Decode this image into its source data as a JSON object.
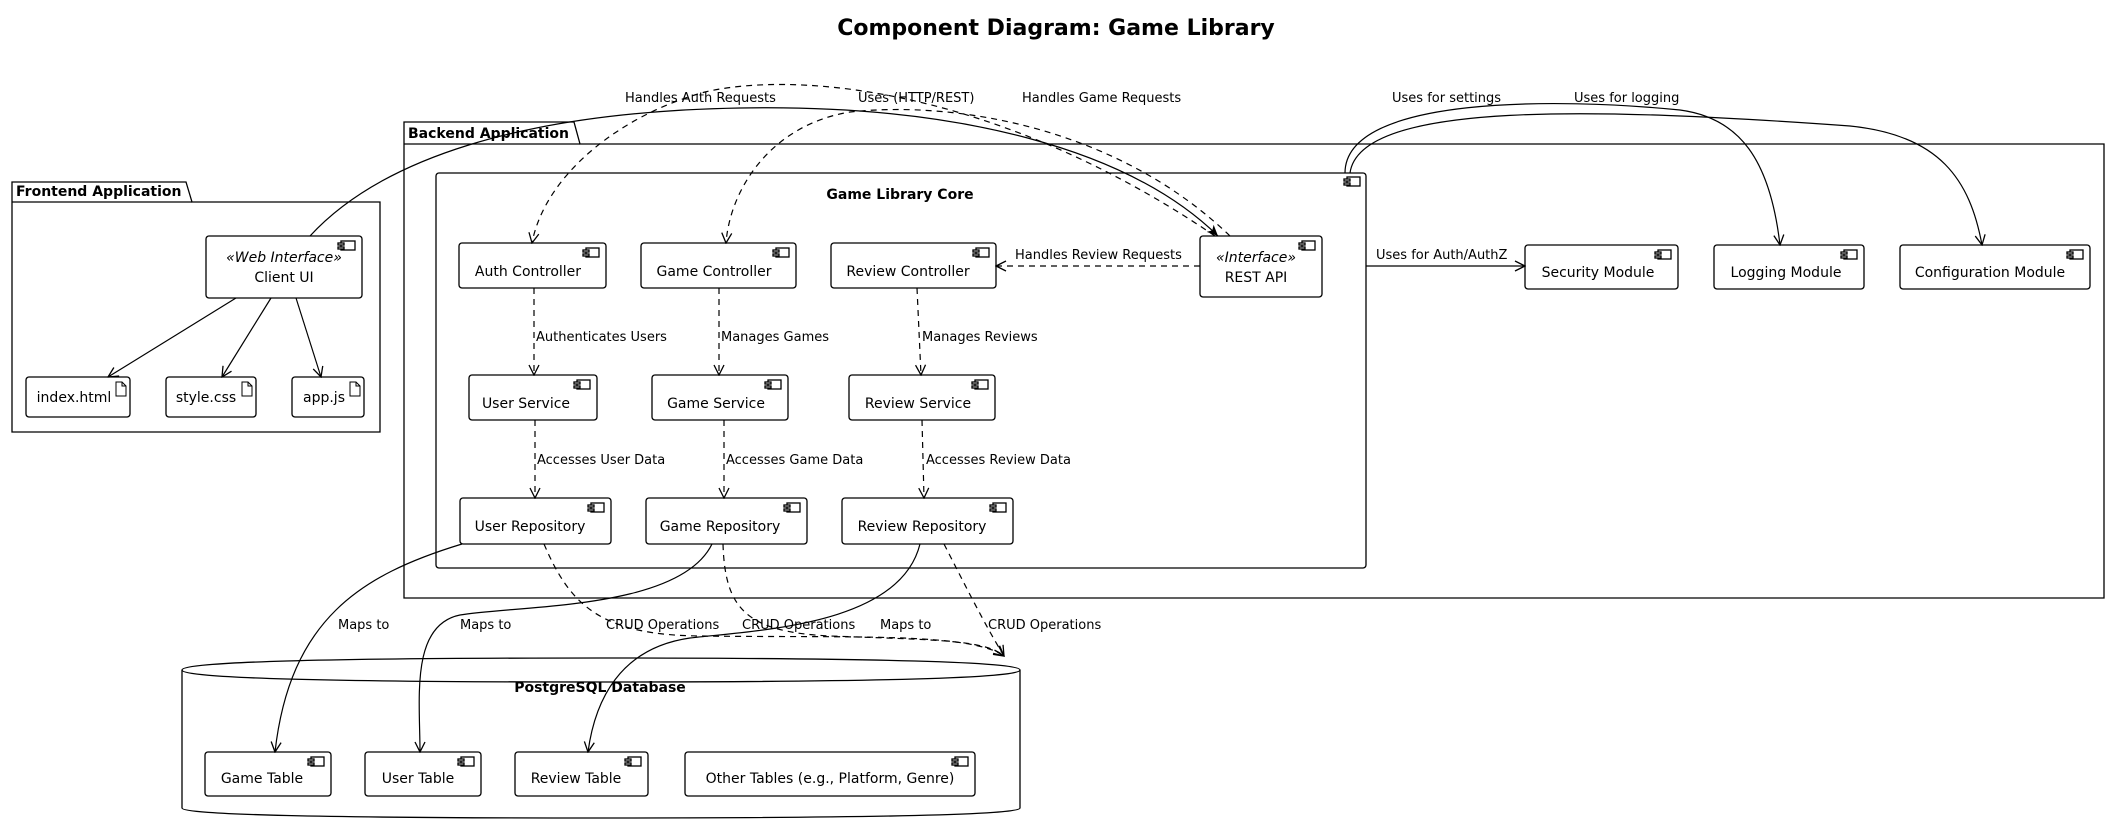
{
  "title": "Component Diagram: Game Library",
  "packages": {
    "frontend": "Frontend Application",
    "backend": "Backend Application",
    "core": "Game Library Core",
    "database": "PostgreSQL Database"
  },
  "components": {
    "client_ui": {
      "stereotype": "«Web Interface»",
      "label": "Client UI"
    },
    "rest_api": {
      "stereotype": "«Interface»",
      "label": "REST API"
    },
    "auth_controller": "Auth Controller",
    "game_controller": "Game Controller",
    "review_controller": "Review Controller",
    "user_service": "User Service",
    "game_service": "Game Service",
    "review_service": "Review Service",
    "user_repository": "User Repository",
    "game_repository": "Game Repository",
    "review_repository": "Review Repository",
    "security_module": "Security Module",
    "logging_module": "Logging Module",
    "configuration_module": "Configuration Module",
    "game_table": "Game Table",
    "user_table": "User Table",
    "review_table": "Review Table",
    "other_tables": "Other Tables (e.g., Platform, Genre)"
  },
  "files": {
    "index_html": "index.html",
    "style_css": "style.css",
    "app_js": "app.js"
  },
  "edge_labels": {
    "handles_auth": "Handles Auth Requests",
    "uses_http": "Uses (HTTP/REST)",
    "handles_game": "Handles Game Requests",
    "handles_review": "Handles Review Requests",
    "authenticates": "Authenticates Users",
    "manages_games": "Manages Games",
    "manages_reviews": "Manages Reviews",
    "accesses_user": "Accesses User Data",
    "accesses_game": "Accesses Game Data",
    "accesses_review": "Accesses Review Data",
    "uses_auth": "Uses for Auth/AuthZ",
    "uses_settings": "Uses for settings",
    "uses_logging": "Uses for logging",
    "maps_to_1": "Maps to",
    "maps_to_2": "Maps to",
    "maps_to_3": "Maps to",
    "crud_1": "CRUD Operations",
    "crud_2": "CRUD Operations",
    "crud_3": "CRUD Operations"
  }
}
